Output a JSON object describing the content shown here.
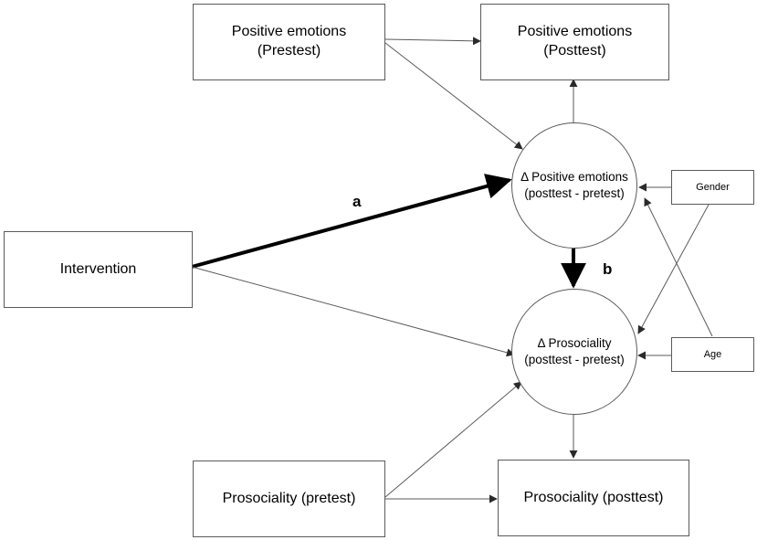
{
  "nodes": {
    "pos_pre": {
      "line1": "Positive emotions",
      "line2": "(Prestest)"
    },
    "pos_post": {
      "line1": "Positive emotions",
      "line2": "(Posttest)"
    },
    "delta_pos": {
      "line1": "Δ Positive emotions",
      "line2": "(posttest - pretest)"
    },
    "delta_pro": {
      "line1": "Δ Prosociality",
      "line2": "(posttest - pretest)"
    },
    "intervention": {
      "label": "Intervention"
    },
    "gender": {
      "label": "Gender"
    },
    "age": {
      "label": "Age"
    },
    "pro_pre": {
      "label": "Prosociality (pretest)"
    },
    "pro_post": {
      "label": "Prosociality (posttest)"
    }
  },
  "paths": {
    "a": "a",
    "b": "b"
  },
  "colors": {
    "line": "#5a5a5a",
    "emphasis": "#000000"
  }
}
